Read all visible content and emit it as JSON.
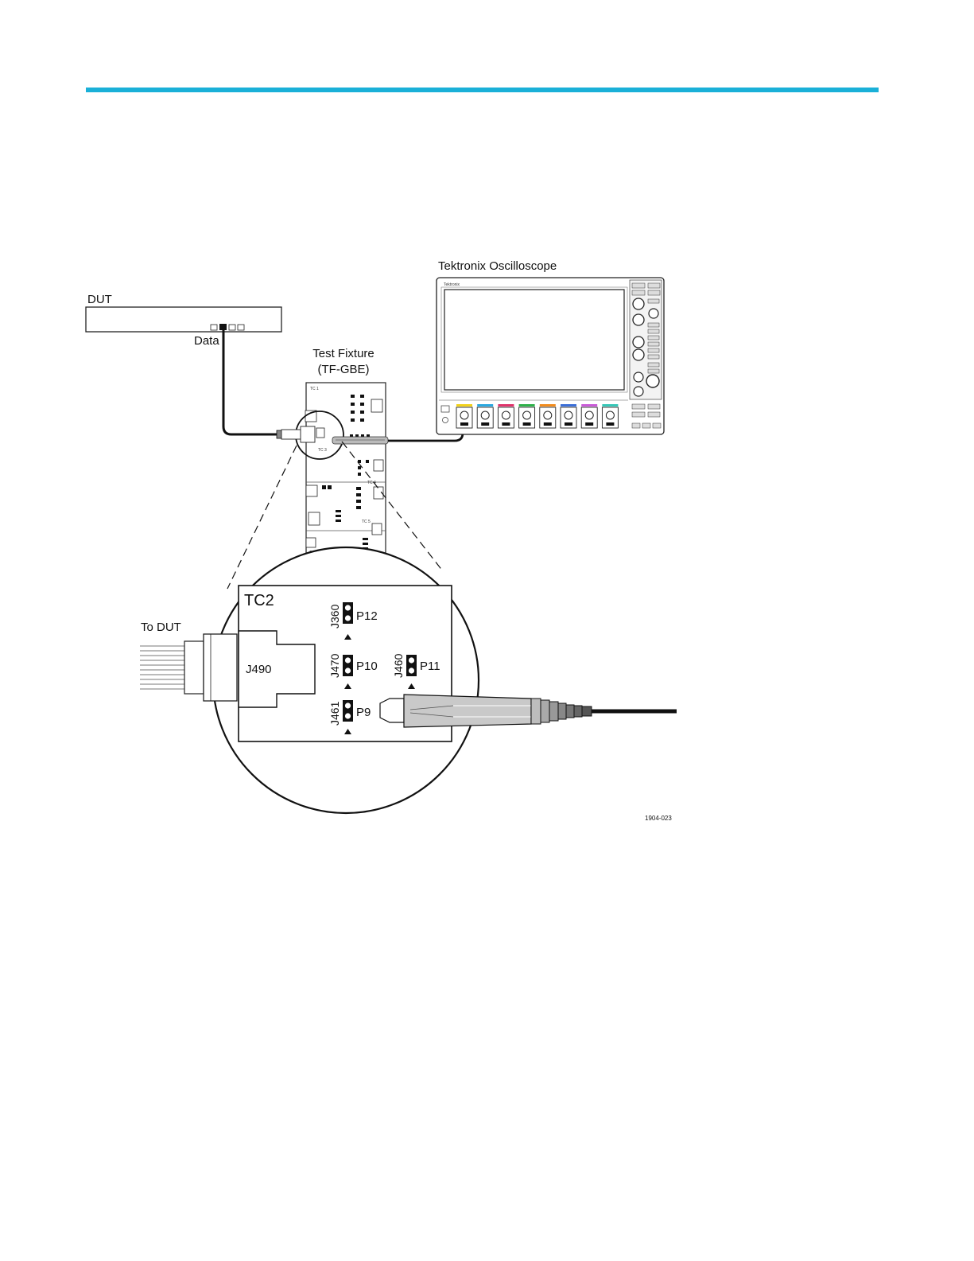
{
  "colors": {
    "header_rule": "#1ab0d8",
    "ink": "#111111",
    "channel_colors": [
      "#f2d21b",
      "#2aa8e0",
      "#e0336b",
      "#2fb14a",
      "#f28c1e",
      "#3c6fd8",
      "#c95bd8",
      "#36c7b7"
    ]
  },
  "labels": {
    "dut": "DUT",
    "data": "Data",
    "test_fixture_line1": "Test Fixture",
    "test_fixture_line2": "(TF-GBE)",
    "oscilloscope": "Tektronix Oscilloscope",
    "scope_brand": "Tektronix",
    "to_dut": "To DUT",
    "figure_id": "1904-023"
  },
  "detail": {
    "title": "TC2",
    "connector": "J490",
    "jumpers": [
      {
        "ref": "J360",
        "pin": "P12"
      },
      {
        "ref": "J470",
        "pin": "P10"
      },
      {
        "ref": "J460",
        "pin": "P11"
      },
      {
        "ref": "J461",
        "pin": "P9"
      }
    ]
  }
}
